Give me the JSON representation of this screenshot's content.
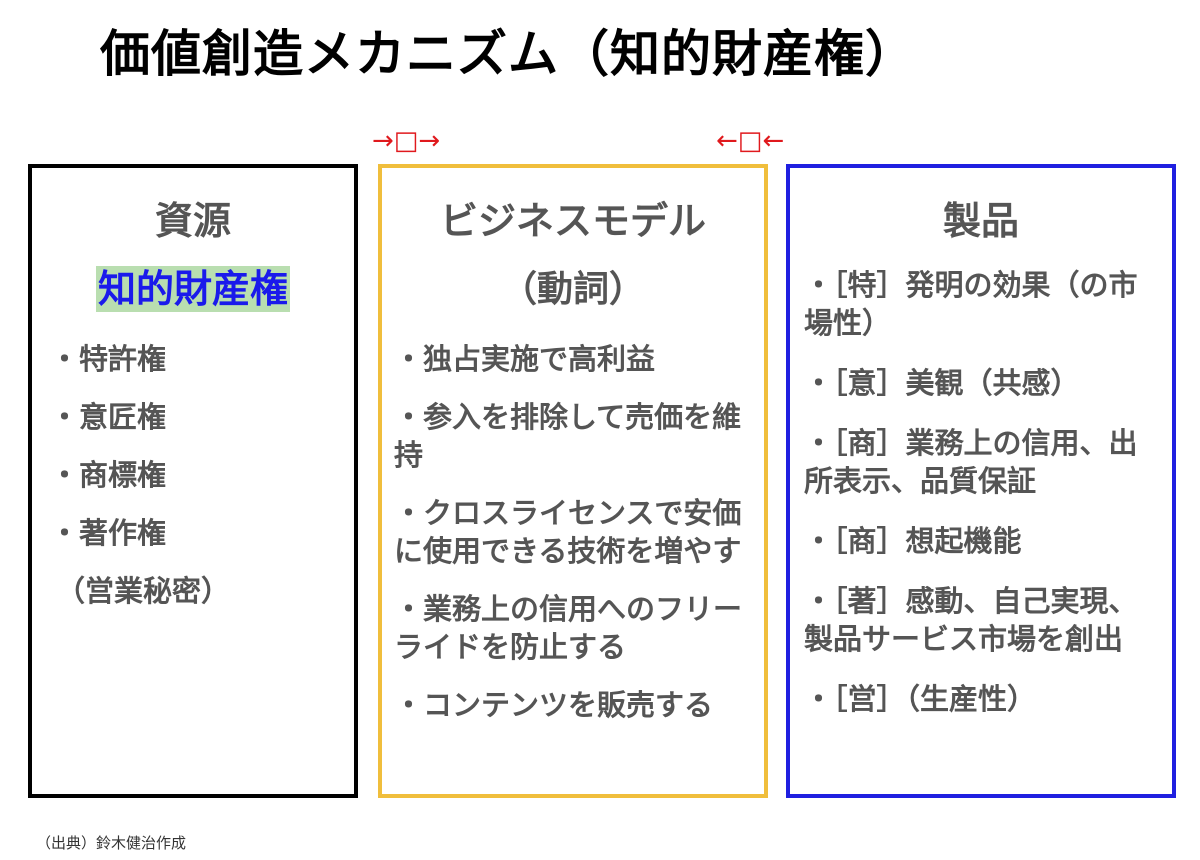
{
  "title": "価値創造メカニズム（知的財産権）",
  "flow_markers": {
    "left": "→□→",
    "right": "←□←"
  },
  "colors": {
    "resource_border": "#000000",
    "business_border": "#f0be3c",
    "product_border": "#1f1fe0",
    "highlight_bg": "#b9deb0",
    "highlight_text": "#1a1aeb",
    "arrow": "#e0191d"
  },
  "columns": {
    "resource": {
      "heading": "資源",
      "highlight": "知的財産権",
      "items": [
        "・特許権",
        "・意匠権",
        "・商標権",
        "・著作権",
        "（営業秘密）"
      ]
    },
    "business": {
      "heading": "ビジネスモデル",
      "subheading": "（動詞）",
      "items": [
        "・独占実施で高利益",
        "・参入を排除して売価を維持",
        "・クロスライセンスで安価に使用できる技術を増やす",
        "・業務上の信用へのフリーライドを防止する",
        "・コンテンツを販売する"
      ]
    },
    "product": {
      "heading": "製品",
      "items": [
        "・［特］発明の効果（の市場性）",
        "・［意］美観（共感）",
        "・［商］業務上の信用、出所表示、品質保証",
        "・［商］想起機能",
        "・［著］感動、自己実現、製品サービス市場を創出",
        "・［営］（生産性）"
      ]
    }
  },
  "source_note": "（出典）鈴木健治作成"
}
